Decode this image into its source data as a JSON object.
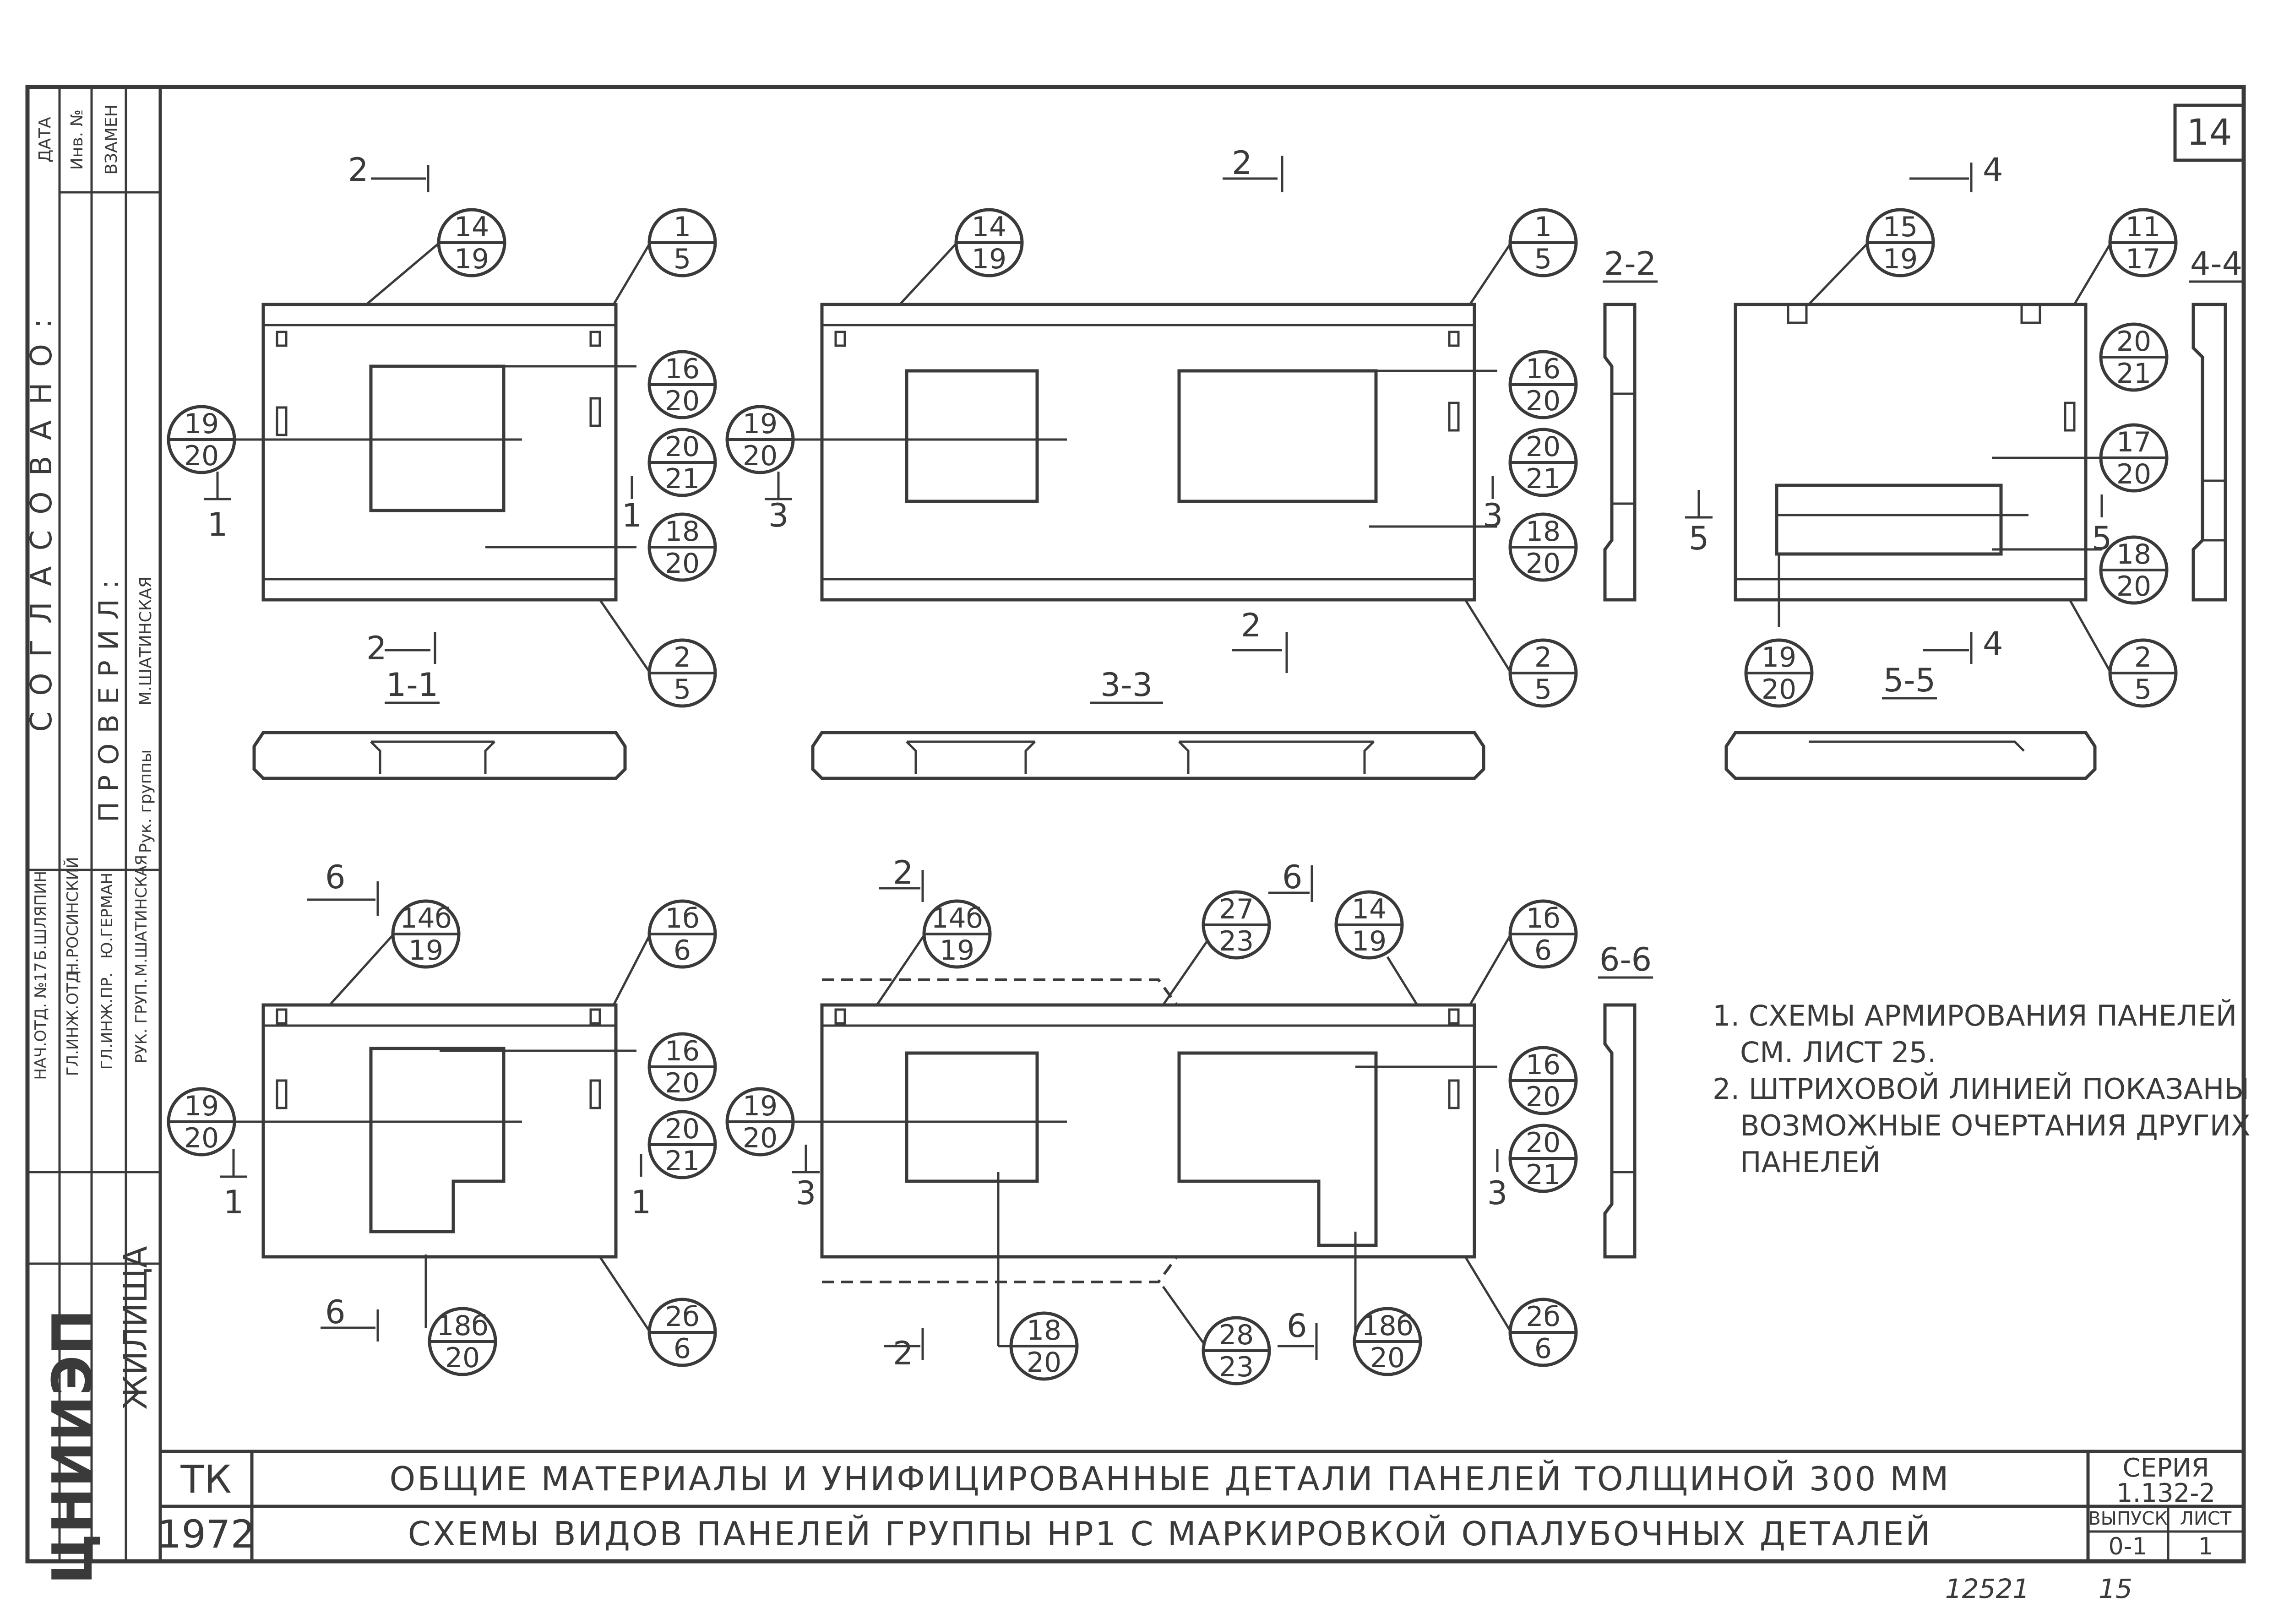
{
  "page_number": "14",
  "left_stamp": {
    "agreed": "СОГЛАСОВАНО:",
    "col_headers": [
      "ДАТА",
      "Инв. №",
      "ВЗАМЕН"
    ],
    "roles": [
      "НАЧ.ОТД. №17",
      "ГЛ.ИНЖ.ОТД.",
      "ГЛ.ИНЖ.ПР.",
      "РУК. ГРУП."
    ],
    "names": [
      "Б.ШЛЯПИН",
      "Н.РОСИНСКИЙ",
      "Ю.ГЕРМАН",
      "М.ШАТИНСКАЯ"
    ],
    "checked": "ПРОВЕРИЛ:",
    "group_head": "Рук. группы",
    "checker": "М.ШАТИНСКАЯ",
    "org": "ЦНИИЭП",
    "org_sub": "ЖИЛИЩА"
  },
  "views": {
    "v11": "1-1",
    "v22": "2-2",
    "v33": "3-3",
    "v44": "4-4",
    "v55": "5-5",
    "v66": "6-6"
  },
  "cuts": {
    "c1": "1",
    "c2": "2",
    "c3": "3",
    "c4": "4",
    "c5": "5",
    "c6": "6"
  },
  "marks": [
    {
      "top": "14",
      "bottom": "19"
    },
    {
      "top": "1",
      "bottom": "5"
    },
    {
      "top": "16",
      "bottom": "20"
    },
    {
      "top": "20",
      "bottom": "21"
    },
    {
      "top": "18",
      "bottom": "20"
    },
    {
      "top": "19",
      "bottom": "20"
    },
    {
      "top": "2",
      "bottom": "5"
    },
    {
      "top": "15",
      "bottom": "19"
    },
    {
      "top": "11",
      "bottom": "17"
    },
    {
      "top": "17",
      "bottom": "20"
    },
    {
      "top": "14б",
      "bottom": "19"
    },
    {
      "top": "1б",
      "bottom": "6"
    },
    {
      "top": "2б",
      "bottom": "6"
    },
    {
      "top": "18б",
      "bottom": "20"
    },
    {
      "top": "27",
      "bottom": "23"
    },
    {
      "top": "28",
      "bottom": "23"
    }
  ],
  "notes": [
    "1. СХЕМЫ АРМИРОВАНИЯ ПАНЕЛЕЙ",
    "СМ. ЛИСТ 25.",
    "2. ШТРИХОВОЙ ЛИНИЕЙ ПОКАЗАНЫ",
    "ВОЗМОЖНЫЕ ОЧЕРТАНИЯ ДРУГИХ",
    "ПАНЕЛЕЙ"
  ],
  "title_block": {
    "code": "ТК",
    "year": "1972",
    "title1": "ОБЩИЕ МАТЕРИАЛЫ И УНИФИЦИРОВАННЫЕ ДЕТАЛИ ПАНЕЛЕЙ ТОЛЩИНОЙ 300 ММ",
    "title2": "СХЕМЫ ВИДОВ ПАНЕЛЕЙ ГРУППЫ НР1 С МАРКИРОВКОЙ ОПАЛУБОЧНЫХ ДЕТАЛЕЙ",
    "series_label": "СЕРИЯ",
    "series_value": "1.132-2",
    "issue_label": "ВЫПУСК",
    "issue_value": "0-1",
    "sheet_label": "ЛИСТ",
    "sheet_value": "1"
  },
  "bottom_numbers": {
    "archive": "12521",
    "sheet": "15"
  }
}
